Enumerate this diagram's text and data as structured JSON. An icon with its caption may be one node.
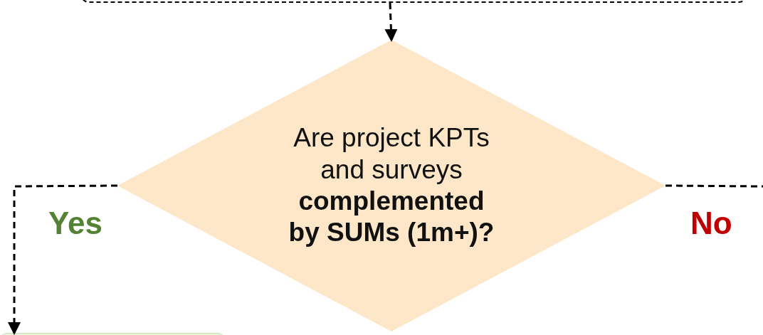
{
  "diagram": {
    "nodes": [
      {
        "text": [],
        "shape": "box"
      },
      {
        "text": [
          "Are project KPTs and surveys **complemented by SUMs (1m+)?**"
        ]
      },
      {
        "text": [],
        "shape": "box"
      }
    ],
    "edges": [
      {
        "from": 0,
        "to": 1,
        "arrow": "to",
        "style": "dashed"
      },
      {
        "from": 1,
        "to": 2,
        "arrow": "to",
        "style": "dashed",
        "label": "Yes"
      },
      {
        "from": 1,
        "to": null,
        "arrow": "none",
        "style": "dashed",
        "label": "No"
      }
    ]
  }
}
